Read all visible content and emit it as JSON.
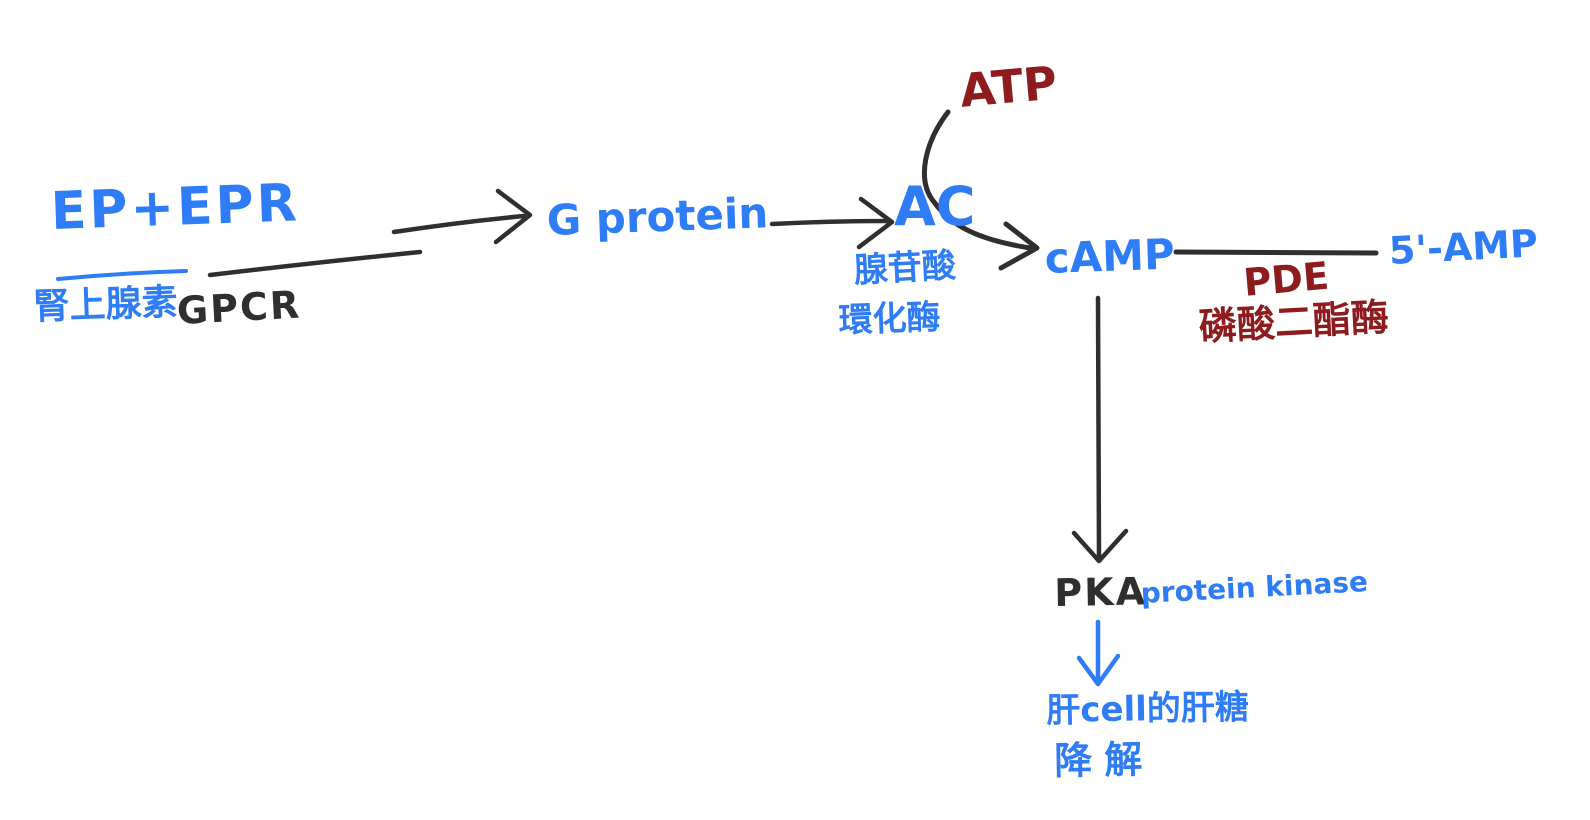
{
  "colors": {
    "blue": "#2e7cf6",
    "red": "#8e1b1e",
    "ink": "#2f2f2f",
    "bg": "#ffffff"
  },
  "diagram": {
    "nodes": {
      "ep_epr": {
        "label": "EP+EPR",
        "sub_left": "腎上腺素",
        "sub_right": "GPCR"
      },
      "g_protein": {
        "label": "G protein"
      },
      "ac": {
        "label": "AC",
        "sub_line1": "腺苷酸",
        "sub_line2": "環化酶"
      },
      "atp": {
        "label": "ATP"
      },
      "camp": {
        "label": "cAMP"
      },
      "five_amp": {
        "label": "5'-AMP"
      },
      "pde": {
        "label": "PDE",
        "sub": "磷酸二酯酶"
      },
      "pka": {
        "label": "PKA",
        "sub": "protein kinase"
      },
      "glycogen": {
        "line1": "肝cell的肝糖",
        "line2": "降解"
      }
    },
    "edges": [
      {
        "from": "EP+EPR",
        "to": "G protein",
        "style": "arrow",
        "color": "ink"
      },
      {
        "from": "G protein",
        "to": "AC",
        "style": "arrow",
        "color": "ink"
      },
      {
        "from": "ATP",
        "to": "cAMP",
        "style": "curved-arrow",
        "color": "ink"
      },
      {
        "from": "cAMP",
        "to": "5'-AMP",
        "style": "line",
        "color": "ink",
        "enzyme": "PDE 磷酸二酯酶"
      },
      {
        "from": "cAMP",
        "to": "PKA",
        "style": "arrow",
        "color": "ink"
      },
      {
        "from": "PKA",
        "to": "肝cell的肝糖 降解",
        "style": "arrow",
        "color": "blue"
      }
    ]
  }
}
